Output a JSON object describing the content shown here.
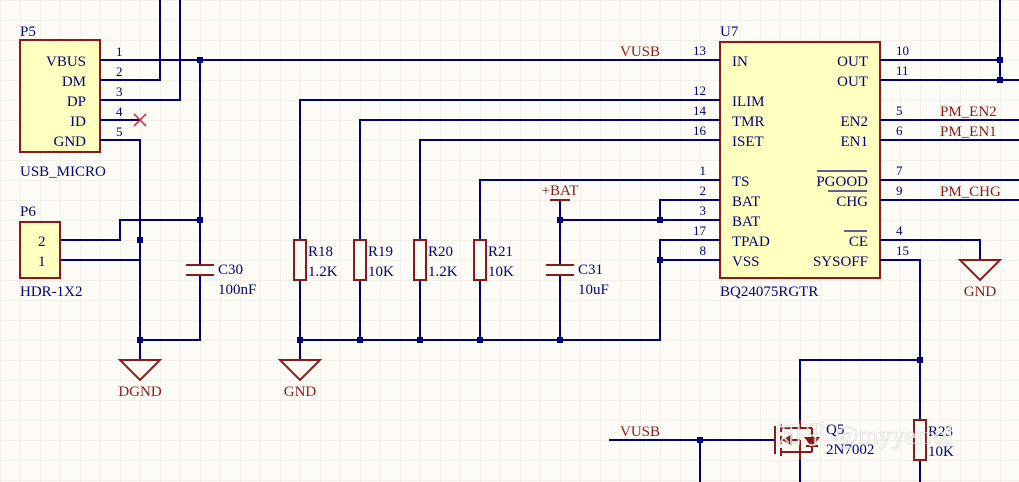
{
  "colors": {
    "background": "#fdfcf7",
    "grid": "#e6e4d8",
    "wire": "#00007a",
    "component": "#8b1a1a",
    "component_fill": "#ffffc0",
    "text": "#00007a",
    "net_label": "#8b1a1a",
    "no_connect": "#d0202a"
  },
  "p5": {
    "designator": "P5",
    "comment": "USB_MICRO",
    "pins": [
      {
        "name": "VBUS",
        "num": "1"
      },
      {
        "name": "DM",
        "num": "2"
      },
      {
        "name": "DP",
        "num": "3"
      },
      {
        "name": "ID",
        "num": "4"
      },
      {
        "name": "GND",
        "num": "5"
      }
    ]
  },
  "p6": {
    "designator": "P6",
    "comment": "HDR-1X2",
    "pins": [
      "2",
      "1"
    ]
  },
  "u7": {
    "designator": "U7",
    "comment": "BQ24075RGTR",
    "left_pins": [
      {
        "name": "IN",
        "num": "13"
      },
      {
        "name": "ILIM",
        "num": "12"
      },
      {
        "name": "TMR",
        "num": "14"
      },
      {
        "name": "ISET",
        "num": "16"
      },
      {
        "name": "TS",
        "num": "1"
      },
      {
        "name": "BAT",
        "num": "2"
      },
      {
        "name": "BAT",
        "num": "3"
      },
      {
        "name": "TPAD",
        "num": "17"
      },
      {
        "name": "VSS",
        "num": "8"
      }
    ],
    "right_pins": [
      {
        "name": "OUT",
        "num": "10"
      },
      {
        "name": "OUT",
        "num": "11"
      },
      {
        "name": "EN2",
        "num": "5"
      },
      {
        "name": "EN1",
        "num": "6"
      },
      {
        "name": "PGOOD",
        "num": "7",
        "overbar": "GOOD"
      },
      {
        "name": "CHG",
        "num": "9",
        "overbar": "CHG"
      },
      {
        "name": "CE",
        "num": "4",
        "overbar": "CE"
      },
      {
        "name": "SYSOFF",
        "num": "15"
      }
    ]
  },
  "resistors": [
    {
      "ref": "R18",
      "value": "1.2K"
    },
    {
      "ref": "R19",
      "value": "10K"
    },
    {
      "ref": "R20",
      "value": "1.2K"
    },
    {
      "ref": "R21",
      "value": "10K"
    },
    {
      "ref": "R23",
      "value": "10K"
    }
  ],
  "capacitors": [
    {
      "ref": "C30",
      "value": "100nF"
    },
    {
      "ref": "C31",
      "value": "10uF"
    }
  ],
  "mosfet": {
    "ref": "Q5",
    "value": "2N7002"
  },
  "nets": {
    "vusb_top": "VUSB",
    "vusb_bottom": "VUSB",
    "pm_en2": "PM_EN2",
    "pm_en1": "PM_EN1",
    "pm_chg": "PM_CHG",
    "bat_port": "+BAT"
  },
  "grounds": {
    "dgnd": "DGND",
    "gnd_left": "GND",
    "gnd_right": "GND"
  },
  "watermark": "知乎 @myyerrol"
}
